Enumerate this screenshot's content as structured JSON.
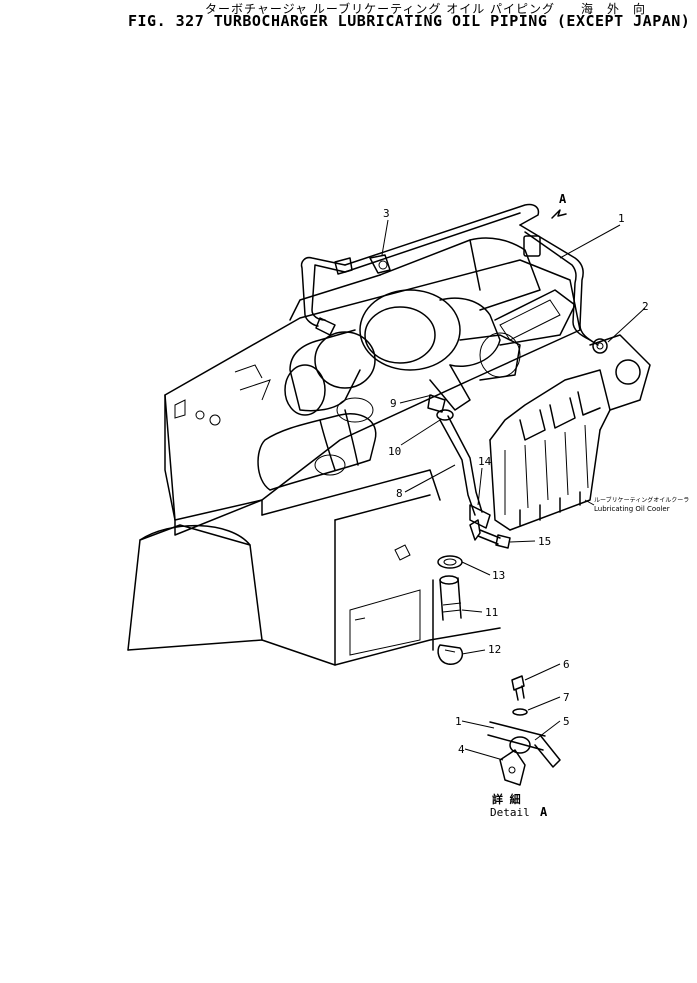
{
  "header": {
    "title_jp": "ターボチャージャ ルーブリケーティング オイル パイピング　　海　外　向",
    "title_en": "FIG. 327  TURBOCHARGER LUBRICATING OIL PIPING (EXCEPT JAPAN)"
  },
  "callouts": {
    "c1": "1",
    "c2": "2",
    "c3": "3",
    "c4": "4",
    "c5": "5",
    "c6": "6",
    "c7": "7",
    "c8": "8",
    "c9": "9",
    "c10": "10",
    "c11": "11",
    "c12": "12",
    "c13": "13",
    "c14": "14",
    "c15": "15",
    "c1b": "1"
  },
  "labels": {
    "cooler_jp": "ルーブリケーティングオイルクーラ",
    "cooler_en": "Lubricating Oil Cooler",
    "view_a": "A",
    "detail_jp": "詳 細",
    "detail_en": "Detail",
    "detail_letter": "A"
  }
}
